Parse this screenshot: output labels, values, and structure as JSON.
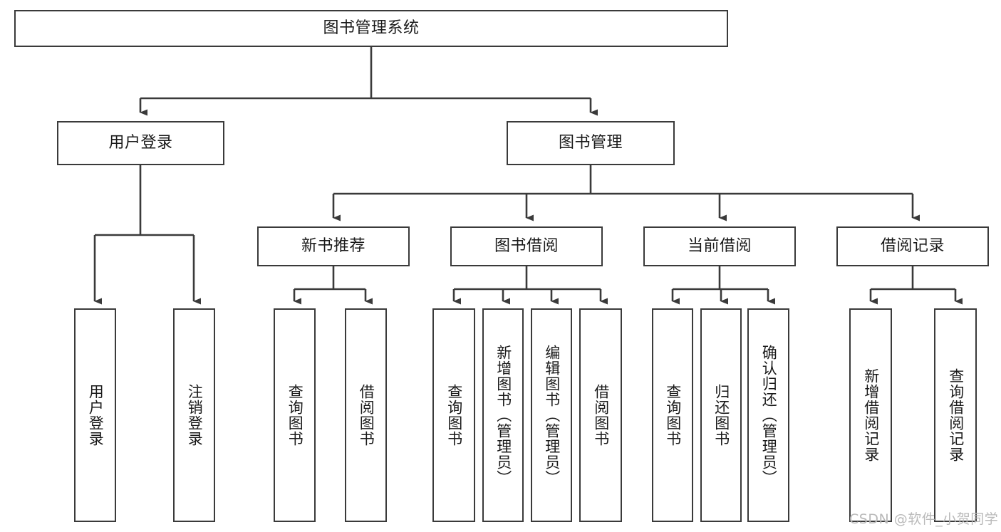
{
  "diagram": {
    "title": "图书管理系统",
    "type": "tree-hierarchy-diagram",
    "colors": {
      "box_border": "#3a3a3a",
      "box_fill": "#ffffff",
      "connector": "#3a3a3a",
      "text": "#1a1a1a",
      "watermark": "#b9b9b9",
      "background": "#ffffff"
    },
    "root": {
      "label": "图书管理系统"
    },
    "level2": [
      {
        "label": "用户登录"
      },
      {
        "label": "图书管理"
      }
    ],
    "level3": [
      {
        "label": "新书推荐"
      },
      {
        "label": "图书借阅"
      },
      {
        "label": "当前借阅"
      },
      {
        "label": "借阅记录"
      }
    ],
    "leaves": {
      "user_login": [
        {
          "label": "用户登录"
        },
        {
          "label": "注销登录"
        }
      ],
      "new_book_recommend": [
        {
          "label": "查询图书"
        },
        {
          "label": "借阅图书"
        }
      ],
      "book_borrow": [
        {
          "label": "查询图书"
        },
        {
          "label": "新增图书（管理员）"
        },
        {
          "label": "编辑图书（管理员）"
        },
        {
          "label": "借阅图书"
        }
      ],
      "current_borrow": [
        {
          "label": "查询图书"
        },
        {
          "label": "归还图书"
        },
        {
          "label": "确认归还（管理员）"
        }
      ],
      "borrow_record": [
        {
          "label": "新增借阅记录"
        },
        {
          "label": "查询借阅记录"
        }
      ]
    },
    "watermark": "CSDN @软件_小贺同学"
  }
}
